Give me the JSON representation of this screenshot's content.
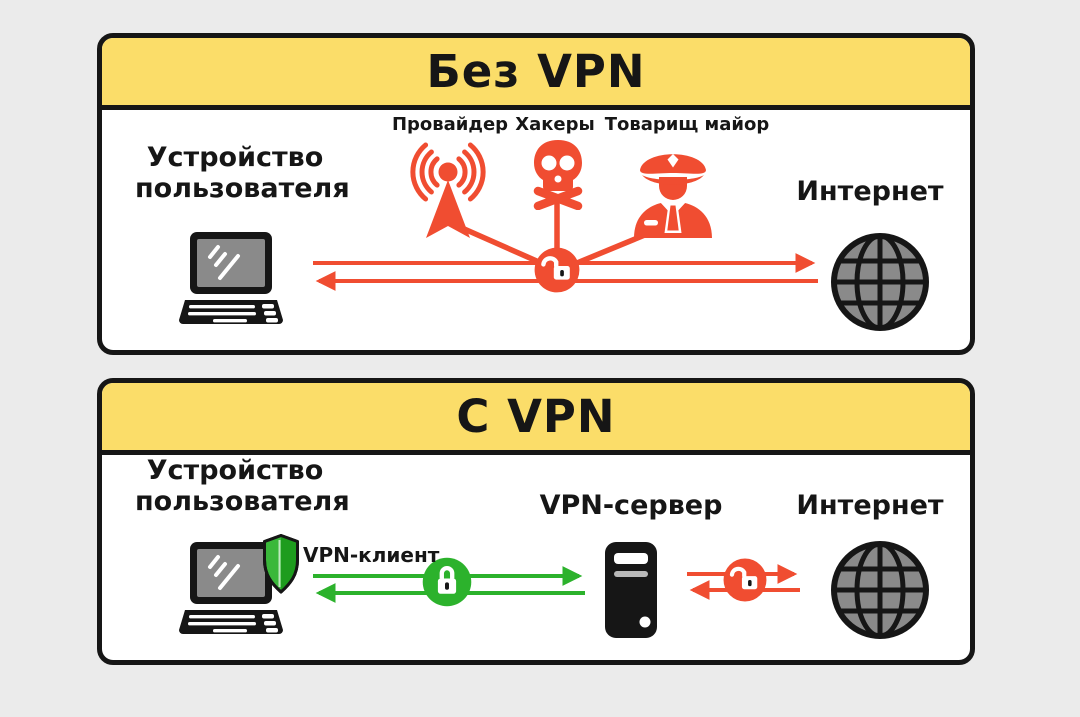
{
  "colors": {
    "bg": "#ebebeb",
    "panel": "#ffffff",
    "ink": "#161616",
    "yellow": "#fbdd69",
    "red": "#f04d31",
    "green": "#2cb22c",
    "green-dark": "#1e9c1e",
    "green-light": "#3ab83a",
    "gray": "#8a8a8a"
  },
  "panels": {
    "no_vpn": {
      "title": "Без VPN",
      "device": {
        "line1": "Устройство",
        "line2": "пользователя",
        "icon": "laptop-icon"
      },
      "threats": [
        {
          "label": "Провайдер",
          "icon": "broadcast-tower-icon"
        },
        {
          "label": "Хакеры",
          "icon": "skull-crossbones-icon"
        },
        {
          "label": "Товарищ майор",
          "icon": "police-officer-icon"
        }
      ],
      "internet": {
        "label": "Интернет",
        "icon": "globe-icon"
      },
      "connection": {
        "lock": "open",
        "color": "red",
        "direction": "bidirectional"
      }
    },
    "vpn": {
      "title": "С VPN",
      "device": {
        "line1": "Устройство",
        "line2": "пользователя",
        "icon": "laptop-icon"
      },
      "client": {
        "label": "VPN-клиент",
        "icon": "shield-icon"
      },
      "server": {
        "label": "VPN-сервер",
        "icon": "server-icon"
      },
      "internet": {
        "label": "Интернет",
        "icon": "globe-icon"
      },
      "encrypted_link": {
        "lock": "closed",
        "color": "green",
        "direction": "bidirectional"
      },
      "exit_link": {
        "lock": "open",
        "color": "red",
        "direction": "bidirectional"
      }
    }
  }
}
